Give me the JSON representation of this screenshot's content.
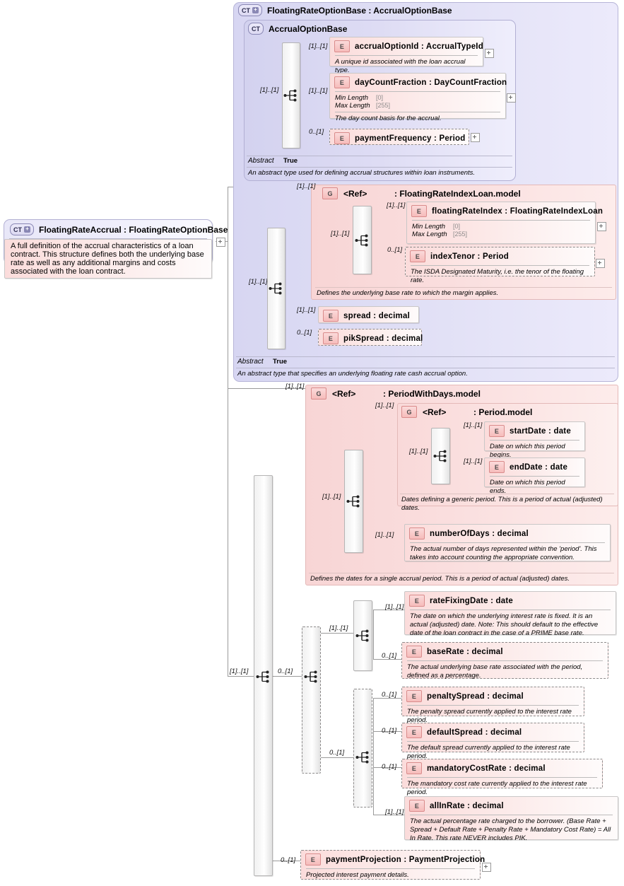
{
  "diagram": {
    "title": "FloatingRateAccrual XSD structure",
    "colors": {
      "complex_type_fill": "#e0dff5",
      "group_fill": "#fadede",
      "element_fill": "#fce8e7",
      "badge_element": "#f6bcbb",
      "line": "#9a9a9a"
    }
  },
  "root": {
    "badge": "CT",
    "badge_plus": "+",
    "title": "FloatingRateAccrual : FloatingRateOptionBase",
    "doc": "A full definition of the accrual characteristics of a loan contract. This structure defines both the underlying base rate as well as any additional margins and costs associated with the loan contract."
  },
  "floating_rate_option_base": {
    "badge": "CT",
    "badge_plus": "+",
    "title": "FloatingRateOptionBase : AccrualOptionBase",
    "abstract_label": "Abstract",
    "abstract_value": "True",
    "doc": "An abstract type that specifies an underlying floating rate cash accrual option.",
    "cardinality_to_parent": "[1]..[1]"
  },
  "accrual_option_base": {
    "badge": "CT",
    "title": "AccrualOptionBase",
    "abstract_label": "Abstract",
    "abstract_value": "True",
    "doc": "An abstract type used for defining accrual structures within loan instruments.",
    "cardinality_to_parent": "[1]..[1]",
    "children": [
      {
        "badge": "E",
        "title": "accrualOptionId : AccrualTypeId",
        "cardinality": "[1]..[1]",
        "doc": "A unique id associated with the loan accrual type.",
        "optional": false,
        "expander": true,
        "facets": []
      },
      {
        "badge": "E",
        "title": "dayCountFraction : DayCountFraction",
        "cardinality": "[1]..[1]",
        "doc": "The day count basis for the accrual.",
        "optional": false,
        "expander": true,
        "facets": [
          {
            "name": "Min Length",
            "value": "[0]"
          },
          {
            "name": "Max Length",
            "value": "[255]"
          }
        ]
      },
      {
        "badge": "E",
        "title": "paymentFrequency : Period",
        "cardinality": "0..[1]",
        "doc": "",
        "optional": true,
        "expander": true,
        "facets": []
      }
    ]
  },
  "floating_rate_index_loan_model": {
    "badge": "G",
    "ref": "<Ref>",
    "title": ": FloatingRateIndexLoan.model",
    "cardinality_to_parent": "[1]..[1]",
    "doc": "Defines the underlying base rate to which the margin applies.",
    "inner_cardinality": "[1]..[1]",
    "children": [
      {
        "badge": "E",
        "title": "floatingRateIndex : FloatingRateIndexLoan",
        "cardinality": "[1]..[1]",
        "doc": "",
        "optional": false,
        "expander": true,
        "facets": [
          {
            "name": "Min Length",
            "value": "[0]"
          },
          {
            "name": "Max Length",
            "value": "[255]"
          }
        ]
      },
      {
        "badge": "E",
        "title": "indexTenor : Period",
        "cardinality": "0..[1]",
        "doc": "The ISDA Designated Maturity, i.e. the tenor of the floating rate.",
        "optional": true,
        "expander": true,
        "facets": []
      }
    ]
  },
  "floating_rate_option_base_children": [
    {
      "badge": "E",
      "title": "spread    : decimal",
      "cardinality": "[1]..[1]",
      "optional": false,
      "doc": "",
      "facets": []
    },
    {
      "badge": "E",
      "title": "pikSpread : decimal",
      "cardinality": "0..[1]",
      "optional": true,
      "doc": "",
      "facets": []
    }
  ],
  "period_with_days_model": {
    "badge": "G",
    "ref": "<Ref>",
    "title": ": PeriodWithDays.model",
    "cardinality_to_parent": "[1]..[1]",
    "inner_cardinality": "[1]..[1]",
    "doc": "Defines the dates for a single accrual period. This is a period of actual (adjusted) dates.",
    "period_model": {
      "badge": "G",
      "ref": "<Ref>",
      "title": ": Period.model",
      "cardinality_to_parent": "[1]..[1]",
      "inner_cardinality": "[1]..[1]",
      "doc": "Dates defining a generic period. This is a period of actual (adjusted) dates.",
      "children": [
        {
          "badge": "E",
          "title": "startDate : date",
          "cardinality": "[1]..[1]",
          "optional": false,
          "doc": "Date on which this period begins.",
          "facets": []
        },
        {
          "badge": "E",
          "title": "endDate  : date",
          "cardinality": "[1]..[1]",
          "optional": false,
          "doc": "Date on which this period ends.",
          "facets": []
        }
      ]
    },
    "number_of_days": {
      "badge": "E",
      "title": "numberOfDays : decimal",
      "cardinality": "[1]..[1]",
      "optional": false,
      "doc": "The actual number of days represented within the 'period'. This takes into account counting the appropriate convention.",
      "facets": []
    }
  },
  "rate_group": {
    "cardinality_to_parent": "0..[1]",
    "inner_cardinality_top": "[1]..[1]",
    "inner_cardinality_bottom": "0..[1]",
    "top_children": [
      {
        "badge": "E",
        "title": "rateFixingDate : date",
        "cardinality": "[1]..[1]",
        "optional": false,
        "doc": "The date on which the underlying interest rate is fixed. It is an actual (adjusted) date. Note: This should default to the effective date of the loan contract in the case of a PRIME base rate.",
        "facets": []
      },
      {
        "badge": "E",
        "title": "baseRate : decimal",
        "cardinality": "0..[1]",
        "optional": true,
        "doc": "The actual underlying base rate associated with the period, defined as a percentage.",
        "facets": []
      }
    ],
    "bottom_children": [
      {
        "badge": "E",
        "title": "penaltySpread : decimal",
        "cardinality": "0..[1]",
        "optional": true,
        "doc": "The penalty spread currently applied to the interest rate period.",
        "facets": []
      },
      {
        "badge": "E",
        "title": "defaultSpread : decimal",
        "cardinality": "0..[1]",
        "optional": true,
        "doc": "The default spread currently applied to the interest rate period.",
        "facets": []
      },
      {
        "badge": "E",
        "title": "mandatoryCostRate : decimal",
        "cardinality": "0..[1]",
        "optional": true,
        "doc": "The mandatory cost rate currently applied to the interest rate period.",
        "facets": []
      },
      {
        "badge": "E",
        "title": "allInRate : decimal",
        "cardinality": "[1]..[1]",
        "optional": false,
        "doc": "The actual percentage rate charged to the borrower. (Base Rate + Spread + Default Rate + Penalty Rate + Mandatory Cost Rate) = All In Rate. This rate NEVER includes PIK.",
        "facets": []
      }
    ]
  },
  "payment_projection": {
    "badge": "E",
    "title": "paymentProjection : PaymentProjection",
    "cardinality": "0..[1]",
    "optional": true,
    "expander": true,
    "doc": "Projected interest payment details.",
    "facets": []
  },
  "root_sequence": {
    "cardinality": "[1]..[1]"
  }
}
